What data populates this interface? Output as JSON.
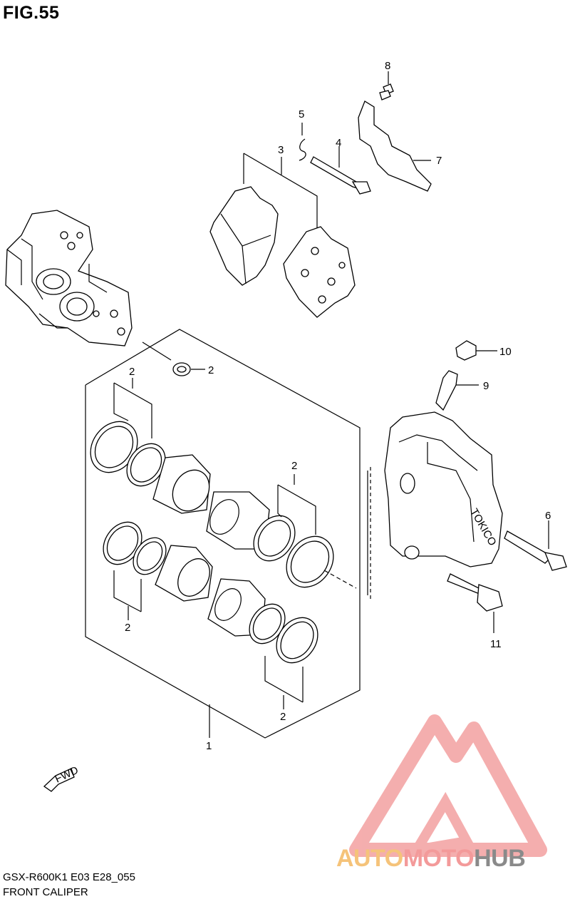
{
  "figure": {
    "title": "FIG.55"
  },
  "footer": {
    "model": "GSX-R600K1 E03 E28_055",
    "section": "FRONT CALIPER"
  },
  "direction_arrow": {
    "label": "FWD"
  },
  "watermark": {
    "part1": "AUTO",
    "part2": "MOTO",
    "part3": "HUB",
    "colors": {
      "part1": "#f5c37a",
      "part2": "#f39a9a",
      "part3": "#8a8a8a"
    }
  },
  "callouts": {
    "c1": "1",
    "c2a": "2",
    "c2b": "2",
    "c2c": "2",
    "c2d": "2",
    "c2e": "2",
    "c3": "3",
    "c4": "4",
    "c5": "5",
    "c6": "6",
    "c7": "7",
    "c8": "8",
    "c9": "9",
    "c10": "10",
    "c11": "11"
  }
}
